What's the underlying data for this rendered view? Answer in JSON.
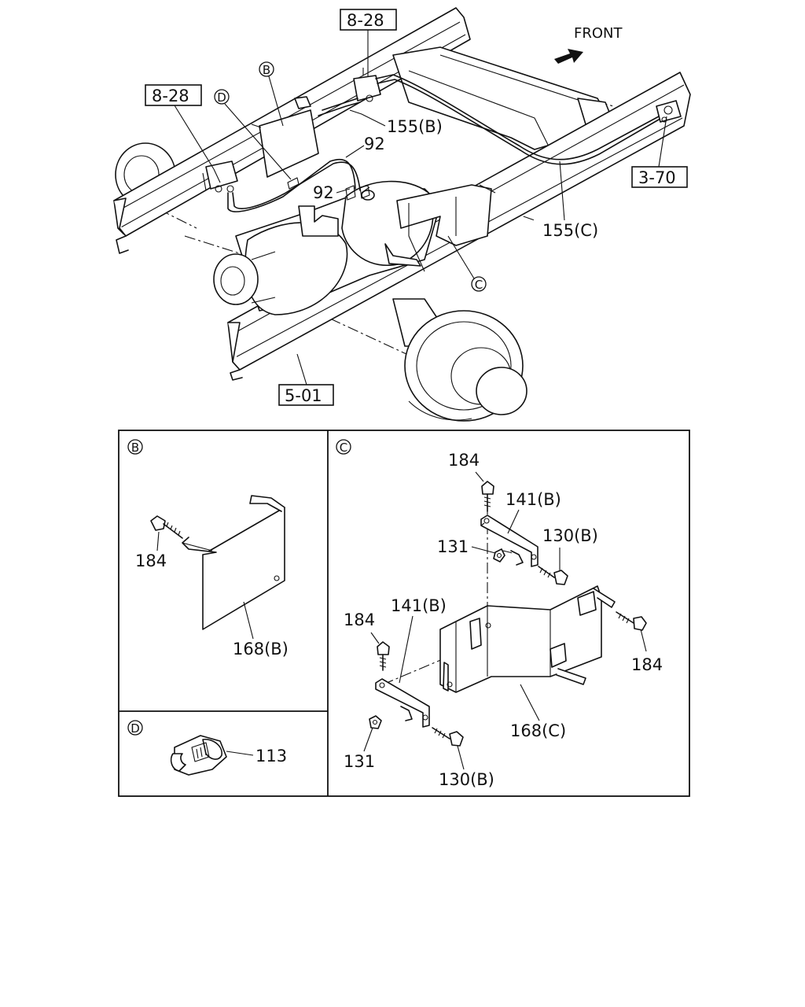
{
  "main_view": {
    "front_label": "FRONT",
    "refs": {
      "ref_8_28_top": "8-28",
      "ref_8_28_left": "8-28",
      "ref_3_70": "3-70",
      "ref_5_01": "5-01"
    },
    "callouts": {
      "b": "B",
      "d": "D",
      "c": "C"
    },
    "parts": {
      "p155b": "155(B)",
      "p155c": "155(C)",
      "p92a": "92",
      "p92b": "92"
    }
  },
  "detail_b": {
    "marker": "B",
    "parts": {
      "p184": "184",
      "p168b": "168(B)"
    }
  },
  "detail_c": {
    "marker": "C",
    "parts": {
      "p184_top": "184",
      "p141b_top": "141(B)",
      "p131_top": "131",
      "p130b_top": "130(B)",
      "p184_left": "184",
      "p141b_left": "141(B)",
      "p184_right": "184",
      "p168c": "168(C)",
      "p131_bottom": "131",
      "p130b_bottom": "130(B)"
    }
  },
  "detail_d": {
    "marker": "D",
    "parts": {
      "p113": "113"
    }
  }
}
